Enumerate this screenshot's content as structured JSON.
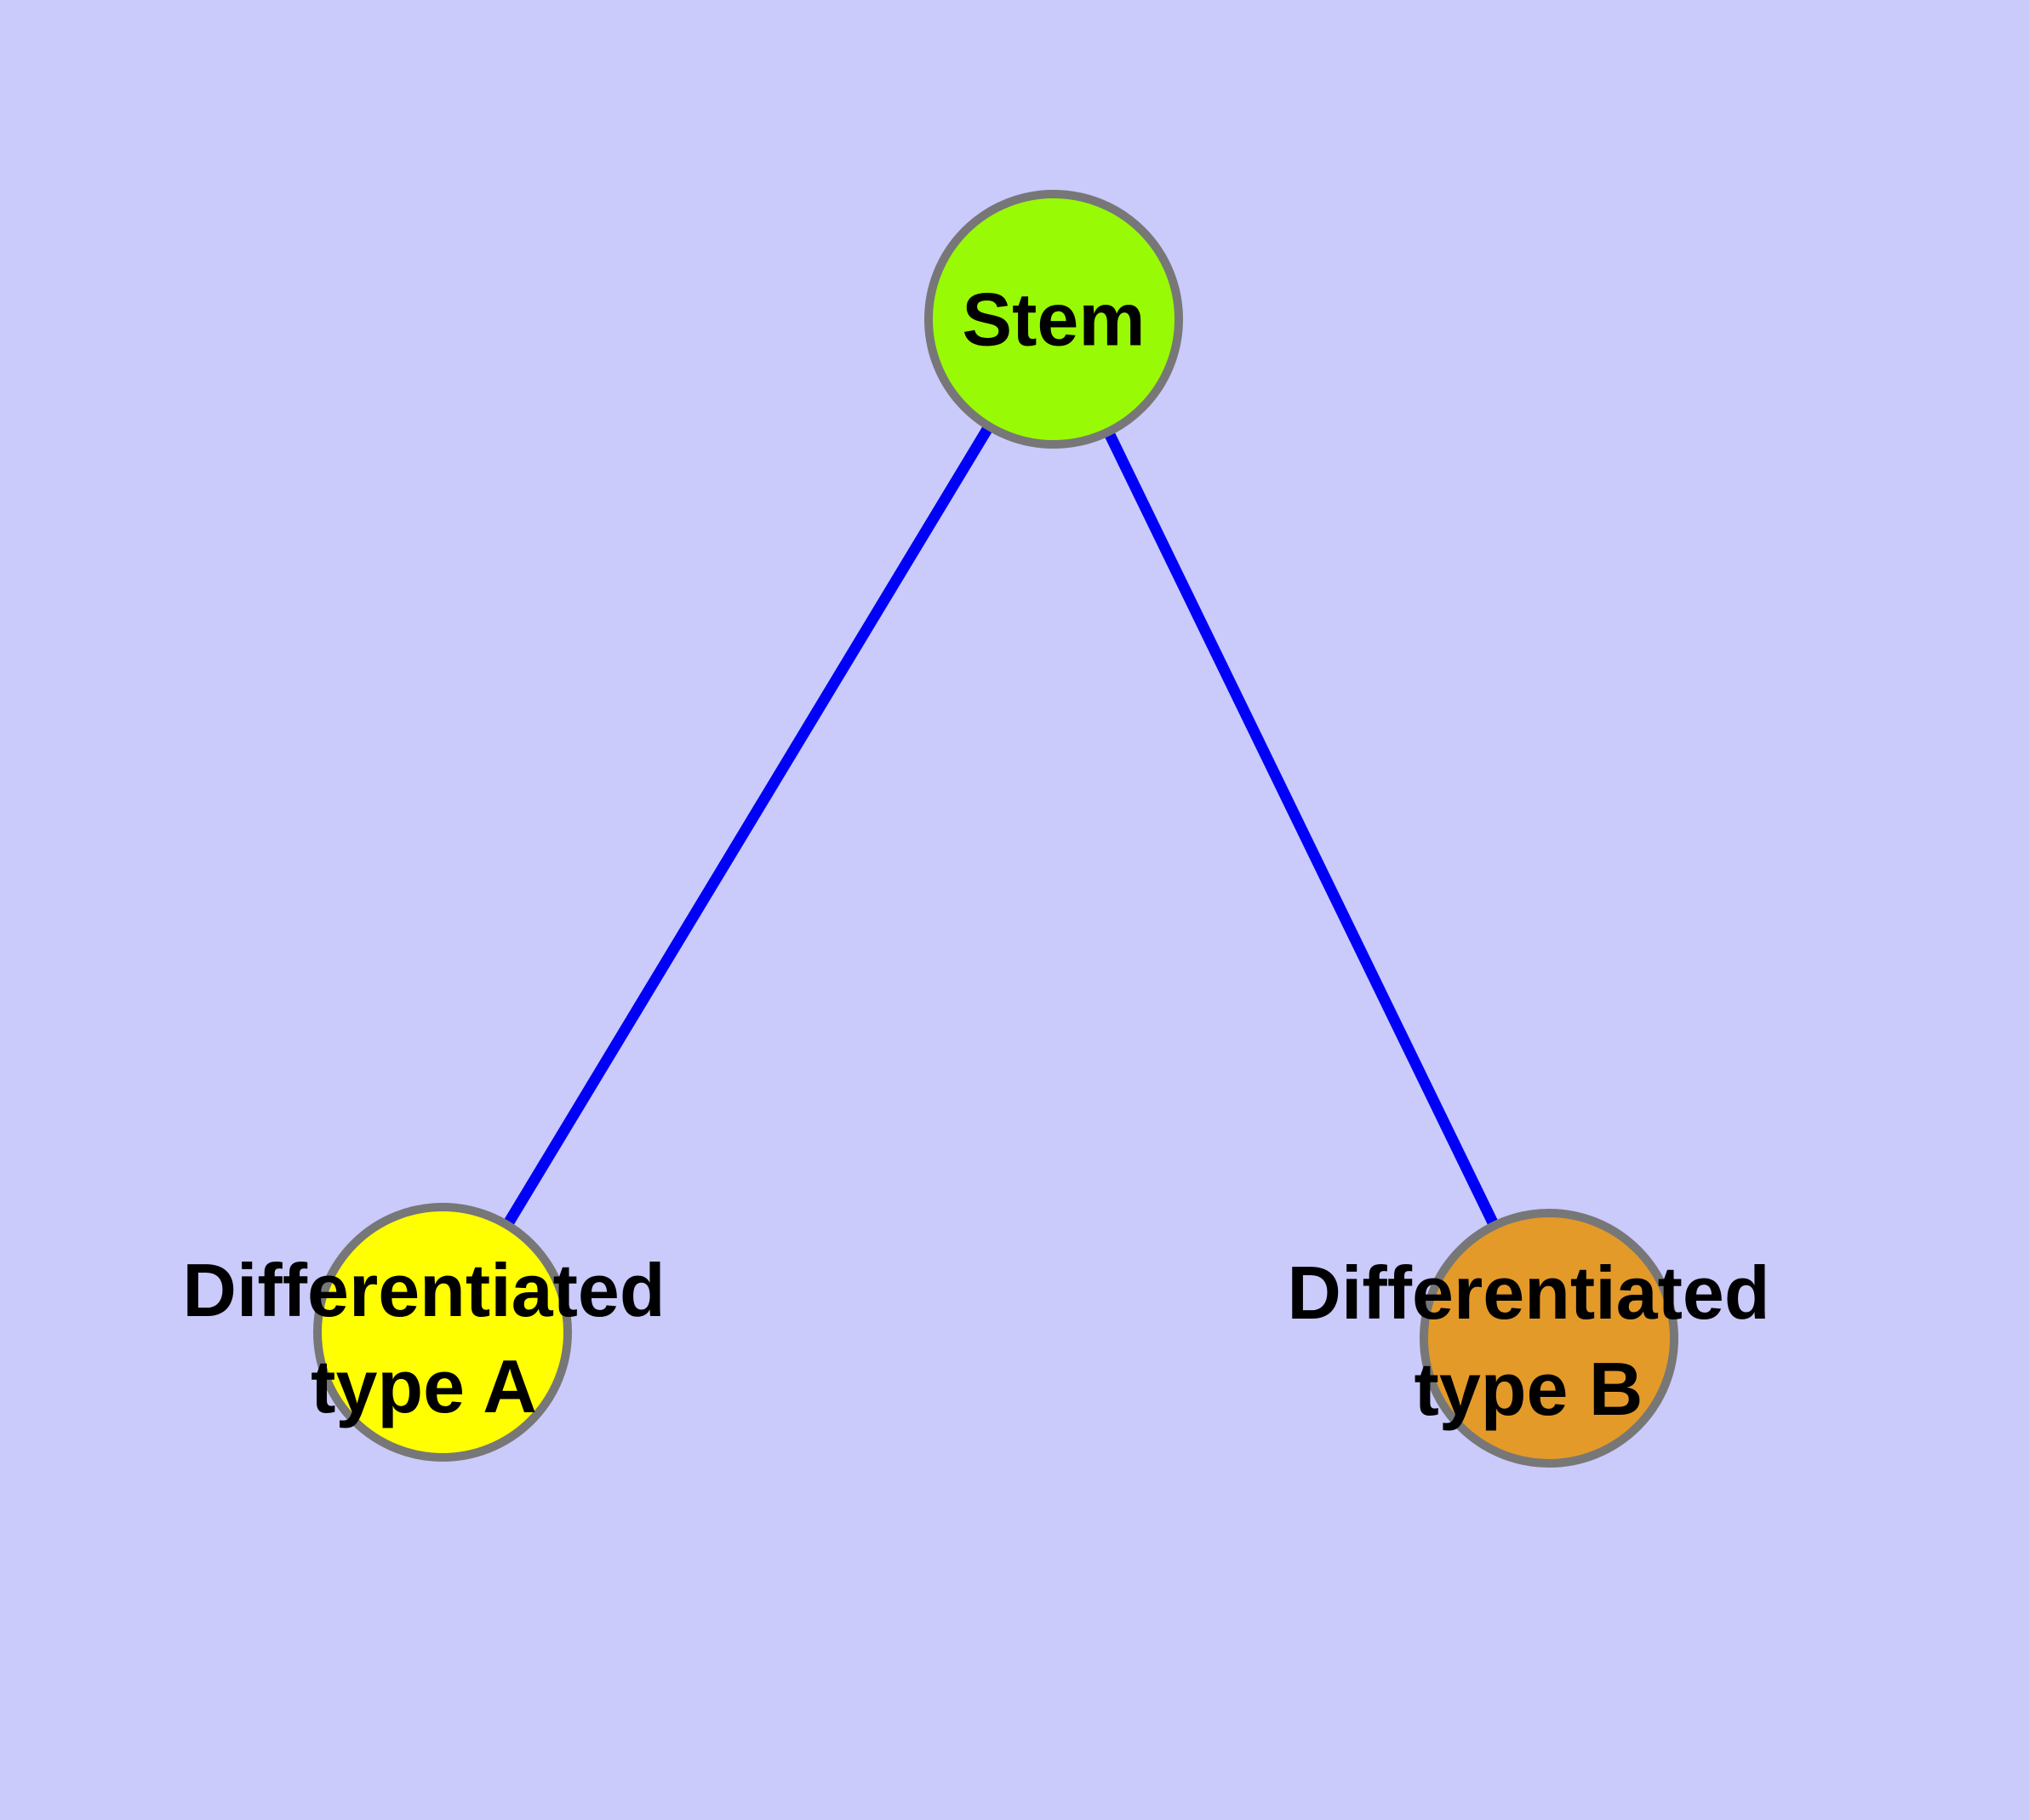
{
  "diagram": {
    "background_color": "#CACAFB",
    "node_border_color": "#777777",
    "label_color": "#000000",
    "edge_color": "#0000F8",
    "nodes": [
      {
        "id": "stem",
        "label": "Stem",
        "label_lines": [
          "Stem"
        ],
        "fill": "#99FA05"
      },
      {
        "id": "differentiated-type-a",
        "label": "Differentiated type A",
        "label_lines": [
          "Differentiated",
          "type A"
        ],
        "fill": "#FFFF00"
      },
      {
        "id": "differentiated-type-b",
        "label": "Differentiated type B",
        "label_lines": [
          "Differentiated",
          "type B"
        ],
        "fill": "#E49A29"
      }
    ],
    "edges": [
      {
        "from": "stem",
        "to": "differentiated-type-a",
        "color": "#0000F8"
      },
      {
        "from": "stem",
        "to": "differentiated-type-b",
        "color": "#0000F8"
      }
    ]
  }
}
